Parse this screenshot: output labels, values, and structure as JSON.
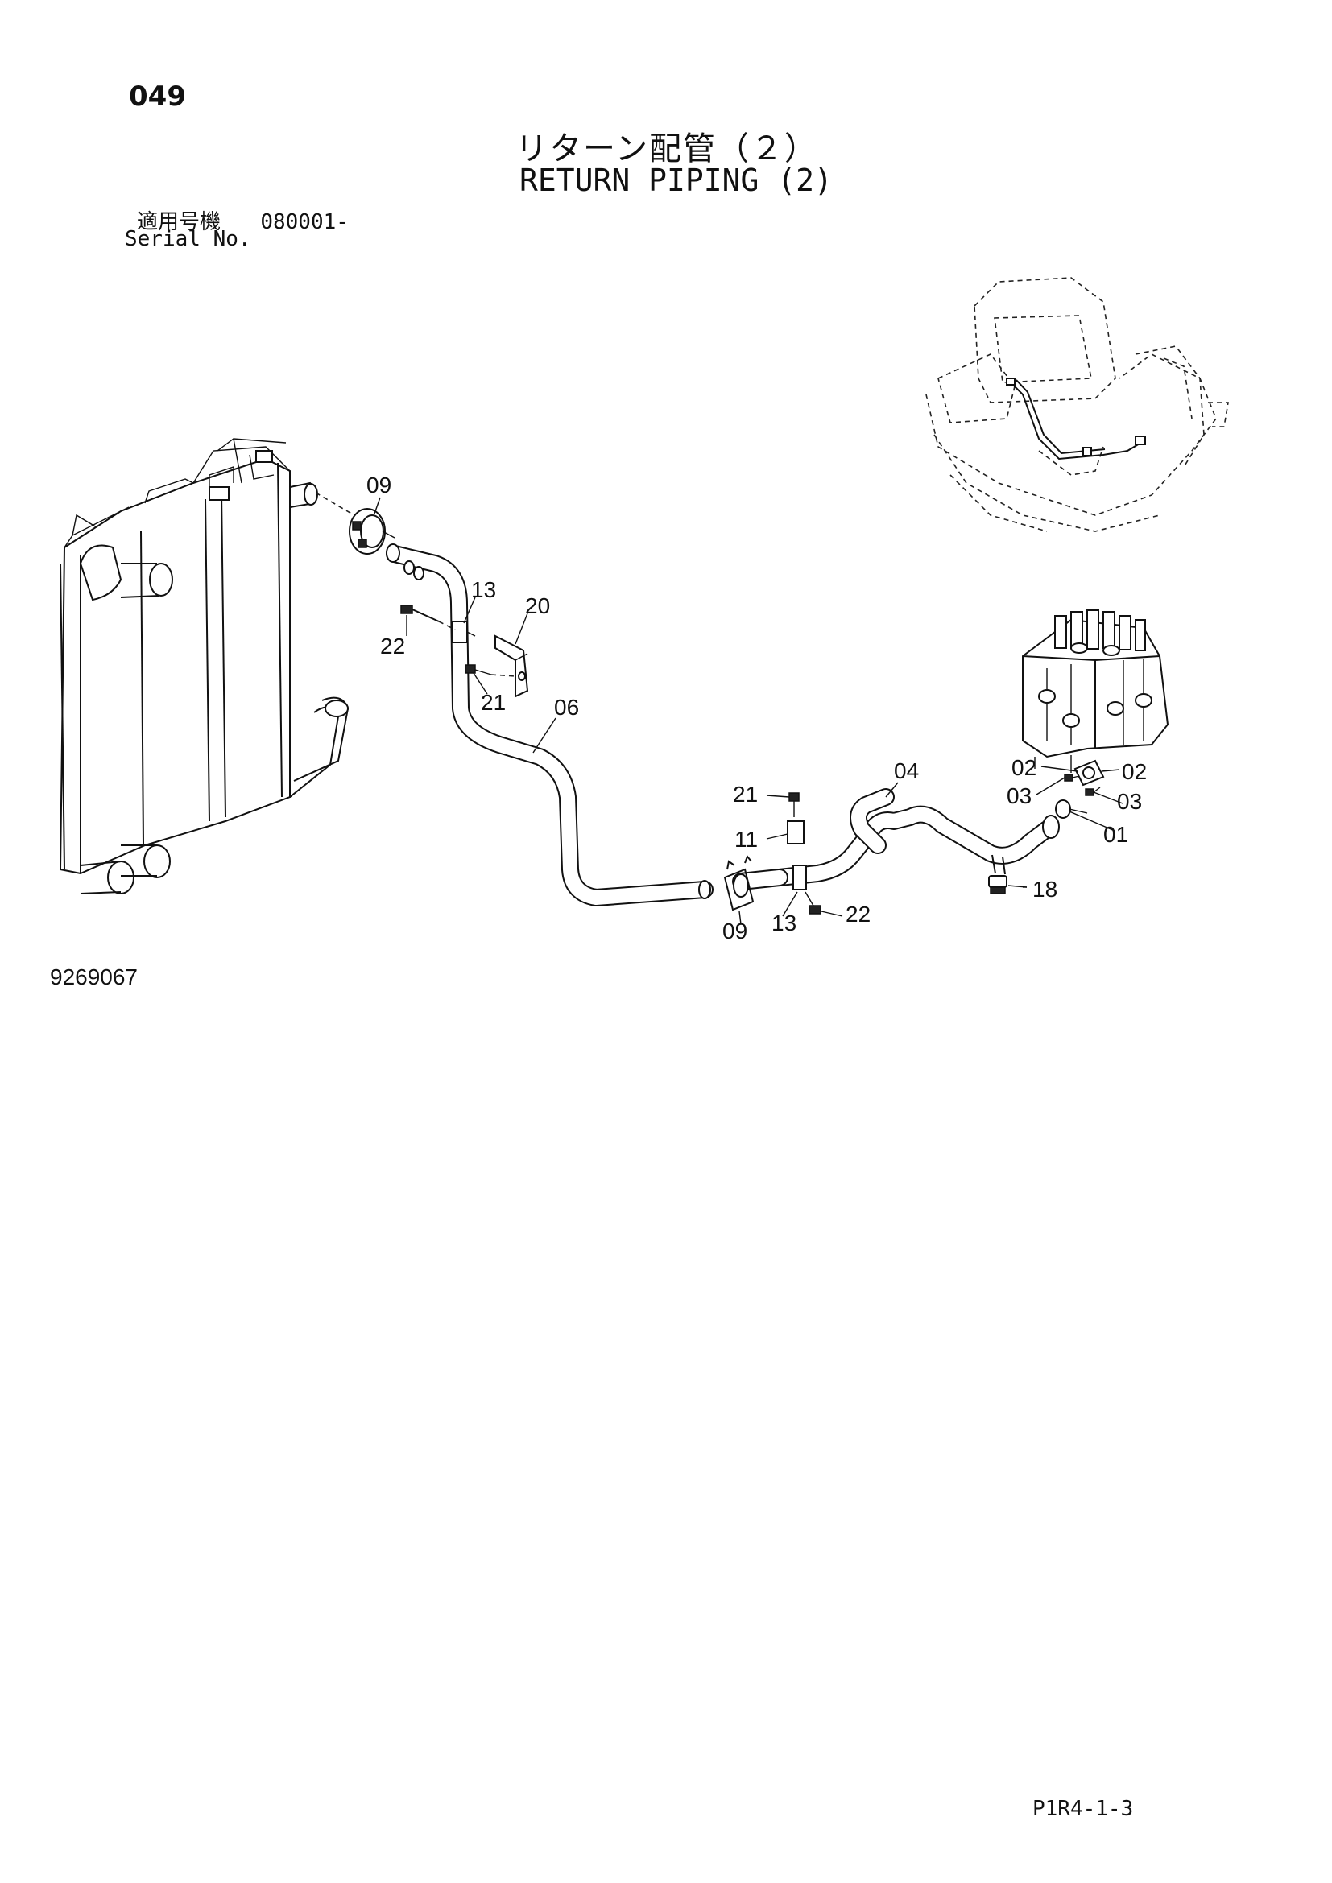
{
  "header": {
    "page_number": "049",
    "title_jp": "リターン配管（２）",
    "title_en": "RETURN PIPING (2)",
    "serial_label_jp": "適用号機",
    "serial_value": "080001-",
    "serial_label_en": "Serial No."
  },
  "footer": {
    "drawing_number": "9269067",
    "page_code": "P1R4-1-3"
  },
  "callouts": {
    "c09_top": "09",
    "c13_top": "13",
    "c20": "20",
    "c22_top": "22",
    "c21_top": "21",
    "c06": "06",
    "c04": "04",
    "c02_left": "02",
    "c02_right": "02",
    "c03_left": "03",
    "c03_right": "03",
    "c01": "01",
    "c21_bottom": "21",
    "c11": "11",
    "c18": "18",
    "c22_bottom": "22",
    "c13_bottom": "13",
    "c09_bottom": "09"
  }
}
